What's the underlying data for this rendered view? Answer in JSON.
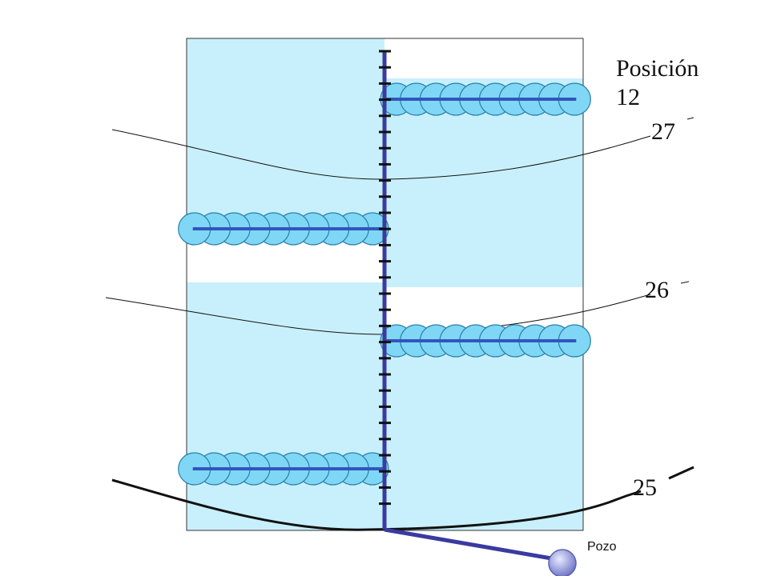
{
  "labels": {
    "position_title": "Posición",
    "position_number": "12",
    "contour_27": "27",
    "contour_26": "26",
    "contour_25": "25",
    "well": "Pozo"
  },
  "colors": {
    "panel_fill": "#c8f0fc",
    "frame_stroke": "#333333",
    "well_line": "#3a3aa0",
    "lateral_line": "#3355bb",
    "bubble_fill": "#7fd6f5",
    "bubble_stroke": "#2a7fa8",
    "contour_line": "#111111",
    "well_head": "#9aa0e0"
  }
}
